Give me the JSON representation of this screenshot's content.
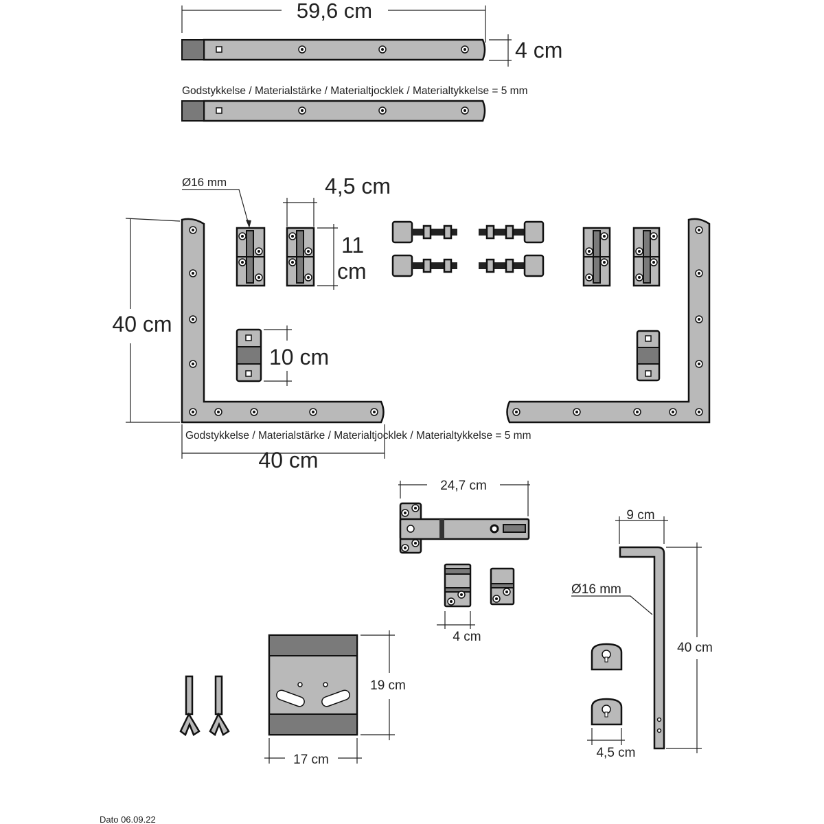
{
  "labels": {
    "strap_length": "59,6 cm",
    "strap_width": "4 cm",
    "material_note_top": "Godstykkelse / Materialstärke / Materialtjocklek / Materialtykkelse = 5 mm",
    "pin_diameter": "Ø16 mm",
    "pintle_width": "4,5 cm",
    "pintle_height_value": "11",
    "pintle_height_unit": "cm",
    "l_height": "40 cm",
    "bracket_height": "10 cm",
    "material_note_bottom": "Godstykkelse / Materialstärke / Materialtjocklek / Materialtykkelse = 5 mm",
    "l_width": "40 cm",
    "latch_length": "24,7 cm",
    "keeper_width": "4 cm",
    "plate_height": "19 cm",
    "plate_width": "17 cm",
    "drop_bolt_hook": "9 cm",
    "drop_bolt_diameter": "Ø16 mm",
    "drop_bolt_length": "40 cm",
    "keyhole_width": "4,5 cm",
    "date": "Dato 06.09.22"
  }
}
